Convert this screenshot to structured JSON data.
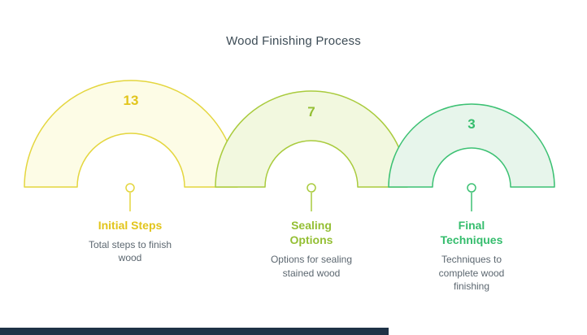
{
  "title": "Wood Finishing Process",
  "steps": [
    {
      "value": "13",
      "label": "Initial Steps",
      "description": "Total steps to finish wood"
    },
    {
      "value": "7",
      "label": "Sealing Options",
      "description": "Options for sealing stained wood"
    },
    {
      "value": "3",
      "label": "Final Techniques",
      "description": "Techniques to complete wood finishing"
    }
  ],
  "colors": {
    "title_text": "#3d4c56",
    "description_text": "#5c6770",
    "footer_bar": "#1e3246",
    "step1_stroke": "#e4d63e",
    "step1_fill": "#fdfce6",
    "step1_text": "#e2c51c",
    "step2_stroke": "#a9cb3d",
    "step2_fill": "#f2f8df",
    "step2_text": "#94bf34",
    "step3_stroke": "#3cc173",
    "step3_fill": "#e7f5eb",
    "step3_text": "#35bd6d"
  }
}
